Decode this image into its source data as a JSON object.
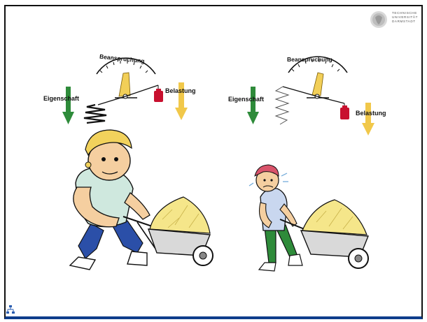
{
  "logo": {
    "name": "seal-logo",
    "text": "TECHNISCHE\nUNIVERSITÄT\nDARMSTADT"
  },
  "left_scene": {
    "gauge_label": "Beanspruchung",
    "property_label": "Eigenschaft",
    "load_label": "Belastung"
  },
  "right_scene": {
    "gauge_label": "Beanspruchung",
    "property_label": "Eigenschaft",
    "load_label": "Belastung"
  },
  "colors": {
    "property_arrow": "#2e8b3a",
    "load_arrow": "#f1c84a",
    "weight": "#c8102e",
    "frame_bottom": "#0f3d8c"
  },
  "icons": {
    "corner": "sitemap-icon"
  }
}
